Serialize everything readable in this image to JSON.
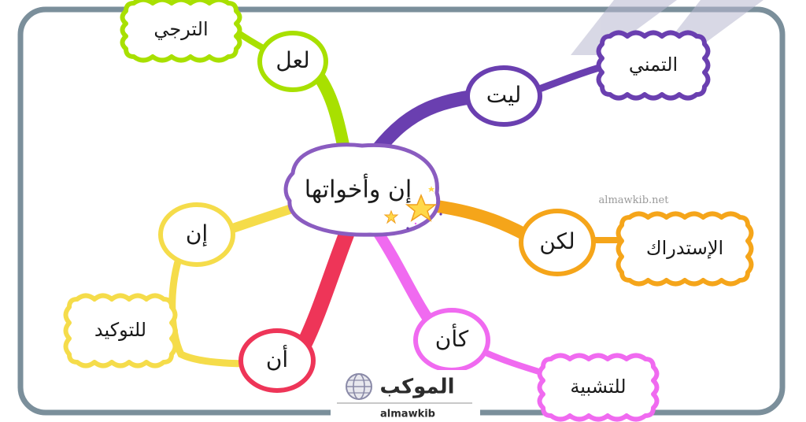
{
  "center": {
    "label": "إن وأخواتها"
  },
  "branches": [
    {
      "id": "laala",
      "word": "لعل",
      "meaning": "الترجي",
      "color": "#a8e000"
    },
    {
      "id": "layta",
      "word": "ليت",
      "meaning": "التمني",
      "color": "#6a3fb0"
    },
    {
      "id": "lakin",
      "word": "لكن",
      "meaning": "الإستدراك",
      "color": "#f5a51a"
    },
    {
      "id": "kaanna",
      "word": "كأن",
      "meaning": "للتشبية",
      "color": "#f06af0"
    },
    {
      "id": "anna",
      "word": "أن",
      "meaning": "",
      "color": "#ee3558"
    },
    {
      "id": "inna",
      "word": "إن",
      "meaning": "للتوكيد",
      "color": "#f5dc4a"
    }
  ],
  "frame_color": "#7b8f9b",
  "watermark": {
    "site": "almawkib.net"
  },
  "logo": {
    "arabic": "الموكب",
    "latin": "almawkib"
  }
}
